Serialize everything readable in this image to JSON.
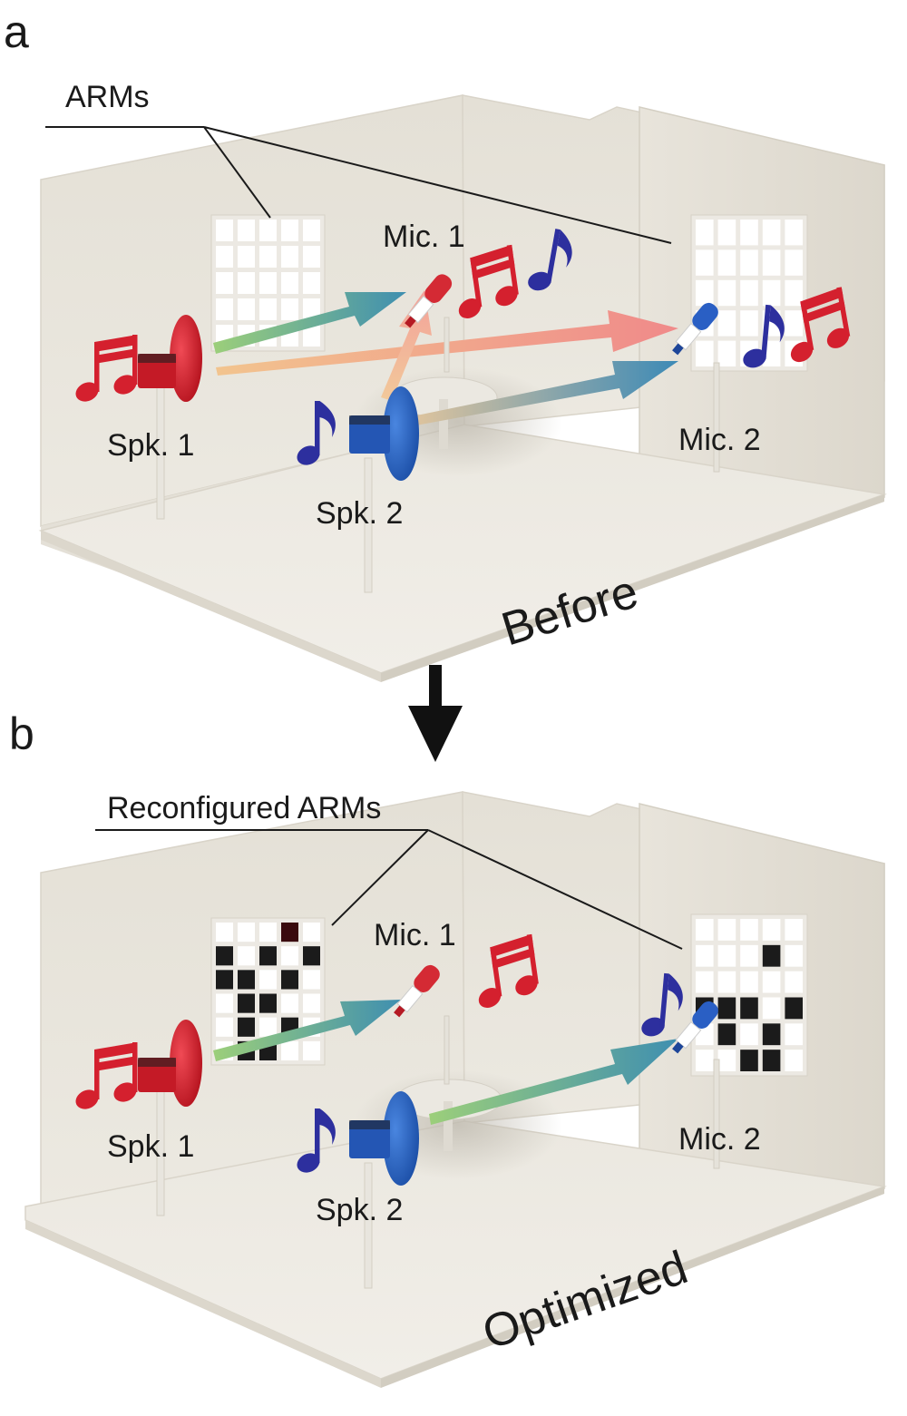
{
  "panels": [
    {
      "letter": "a",
      "callout": "ARMs",
      "mic1": "Mic. 1",
      "mic2": "Mic. 2",
      "spk1": "Spk. 1",
      "spk2": "Spk. 2",
      "state": "Before",
      "arm_left": [
        [
          0,
          0,
          0,
          0,
          0
        ],
        [
          0,
          0,
          0,
          0,
          0
        ],
        [
          0,
          0,
          0,
          0,
          0
        ],
        [
          0,
          0,
          0,
          0,
          0
        ],
        [
          0,
          0,
          0,
          0,
          0
        ]
      ],
      "arm_right": [
        [
          0,
          0,
          0,
          0,
          0
        ],
        [
          0,
          0,
          0,
          0,
          0
        ],
        [
          0,
          0,
          0,
          0,
          0
        ],
        [
          0,
          0,
          0,
          0,
          0
        ],
        [
          0,
          0,
          0,
          0,
          0
        ]
      ]
    },
    {
      "letter": "b",
      "callout": "Reconfigured ARMs",
      "mic1": "Mic. 1",
      "mic2": "Mic. 2",
      "spk1": "Spk. 1",
      "spk2": "Spk. 2",
      "state": "Optimized",
      "arm_left": [
        [
          0,
          0,
          0,
          2,
          0
        ],
        [
          1,
          0,
          1,
          0,
          1
        ],
        [
          1,
          1,
          0,
          1,
          0
        ],
        [
          0,
          1,
          1,
          0,
          0
        ],
        [
          0,
          1,
          0,
          1,
          0
        ],
        [
          0,
          1,
          1,
          0,
          0
        ]
      ],
      "arm_right": [
        [
          0,
          0,
          0,
          0,
          0
        ],
        [
          0,
          0,
          0,
          1,
          0
        ],
        [
          0,
          0,
          0,
          0,
          0
        ],
        [
          1,
          1,
          1,
          0,
          1
        ],
        [
          0,
          1,
          0,
          1,
          0
        ],
        [
          0,
          0,
          1,
          1,
          0
        ]
      ]
    }
  ],
  "colors": {
    "speaker1": "#d62531",
    "speaker2": "#2a64c4",
    "note_red": "#d4202e",
    "note_blue": "#2d2f9e",
    "room": "#e9e5dc",
    "arm_dark": "#1b1b1b",
    "arm_light": "#ffffff"
  },
  "icons": [
    "music-note-icon",
    "beamed-notes-icon",
    "speaker-icon",
    "microphone-icon",
    "down-arrow-icon"
  ]
}
